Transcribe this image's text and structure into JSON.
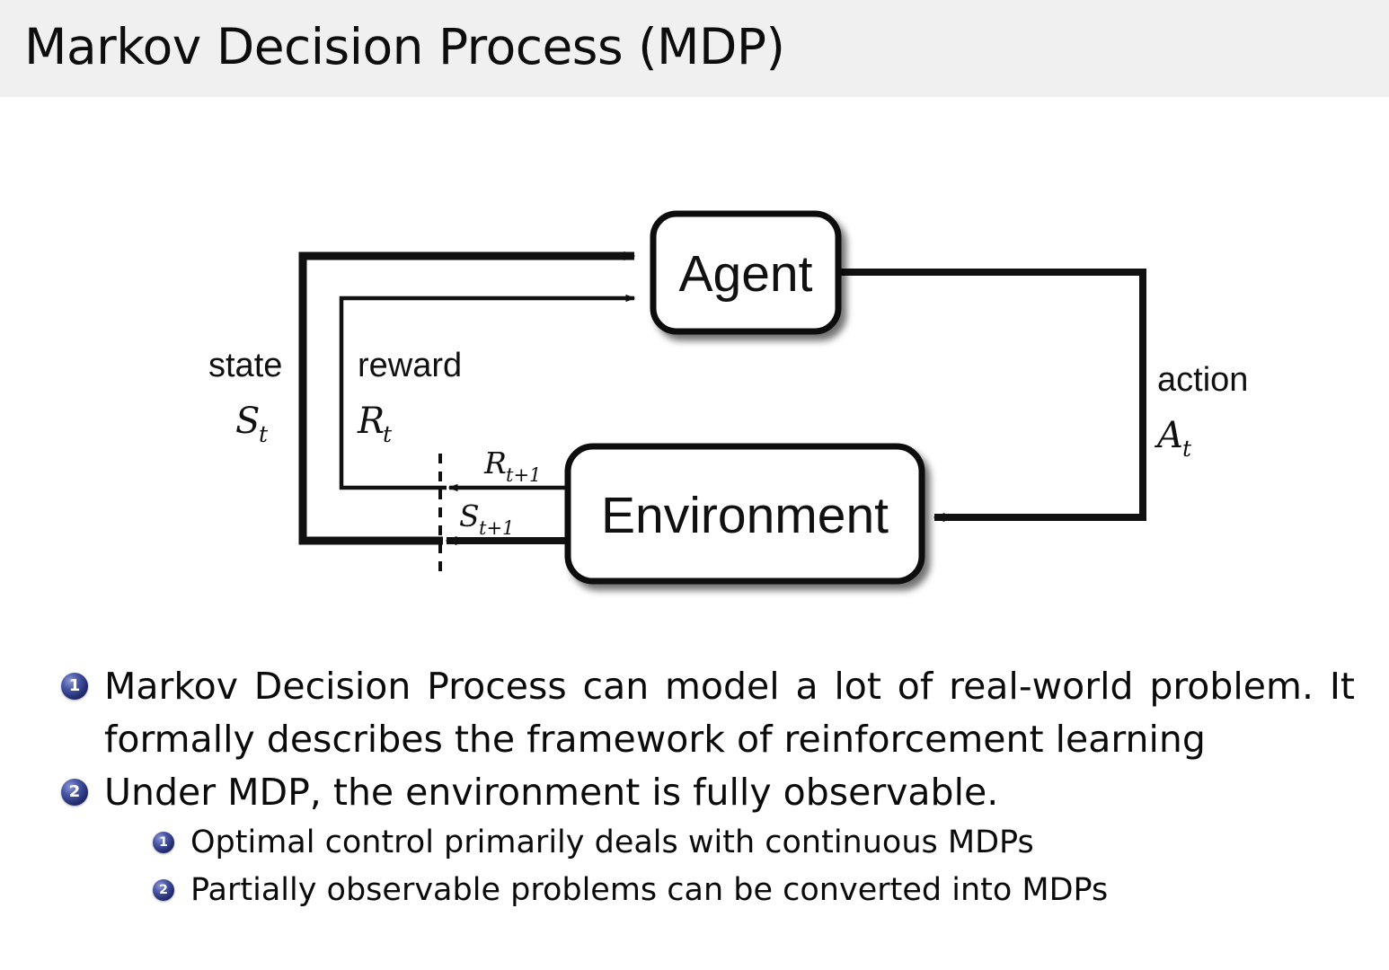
{
  "slide": {
    "title": "Markov Decision Process (MDP)",
    "header_bg": "#f0f0f0",
    "background": "#ffffff",
    "accent_color": "#222c6e"
  },
  "diagram": {
    "name": "agent-environment-interaction-loop",
    "nodes": {
      "agent": "Agent",
      "environment": "Environment"
    },
    "edge_labels": {
      "state_word": "state",
      "state_symbol": "S",
      "state_subscript": "t",
      "reward_word": "reward",
      "reward_symbol": "R",
      "reward_subscript": "t",
      "action_word": "action",
      "action_symbol": "A",
      "action_subscript": "t",
      "next_reward_symbol": "R",
      "next_reward_subscript": "t+1",
      "next_state_symbol": "S",
      "next_state_subscript": "t+1"
    }
  },
  "bullets": [
    {
      "number": "1",
      "level": 1,
      "text": "Markov Decision Process can model a lot of real-world problem. It formally describes the framework of reinforcement learning"
    },
    {
      "number": "2",
      "level": 1,
      "text": "Under MDP, the environment is fully observable."
    },
    {
      "number": "1",
      "level": 2,
      "text": "Optimal control primarily deals with continuous MDPs"
    },
    {
      "number": "2",
      "level": 2,
      "text": "Partially observable problems can be converted into MDPs"
    }
  ]
}
